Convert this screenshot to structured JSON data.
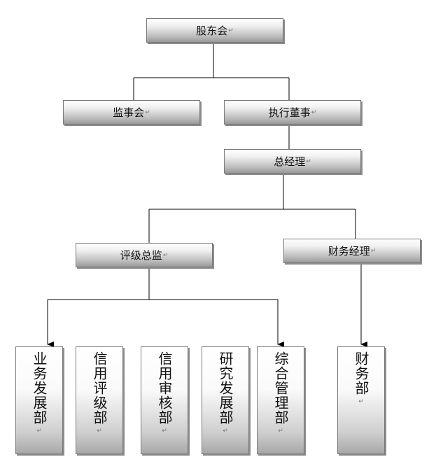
{
  "chart": {
    "top": {
      "label": "股东会"
    },
    "level2": [
      {
        "label": "监事会"
      },
      {
        "label": "执行董事"
      }
    ],
    "manager": {
      "label": "总经理"
    },
    "level4": [
      {
        "label": "评级总监"
      },
      {
        "label": "财务经理"
      }
    ],
    "departments": [
      {
        "label": "业务发展部"
      },
      {
        "label": "信用评级部"
      },
      {
        "label": "信用审核部"
      },
      {
        "label": "研究发展部"
      },
      {
        "label": "综合管理部"
      },
      {
        "label": "财务部"
      }
    ]
  },
  "paragraph_mark": "↵",
  "colors": {
    "line": "#000000",
    "box_border": "#7a7a7a",
    "box_dark": "#9a9a9a"
  }
}
